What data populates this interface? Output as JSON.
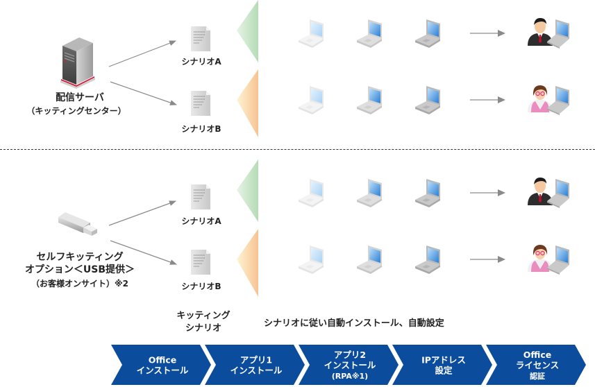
{
  "sections": [
    {
      "id": "server",
      "source": {
        "icon": "server-icon",
        "title": "配信サーバ",
        "subtitle": "（キッティングセンター）"
      },
      "scenarios": [
        {
          "label": "シナリオA",
          "color": "green",
          "user": "businessman-icon"
        },
        {
          "label": "シナリオB",
          "color": "orange",
          "user": "woman-icon"
        }
      ]
    },
    {
      "id": "usb",
      "source": {
        "icon": "usb-drive-icon",
        "title_lines": [
          "セルフキッティング",
          "オプション＜USB提供＞"
        ],
        "subtitle": "（お客様オンサイト）※2"
      },
      "scenarios": [
        {
          "label": "シナリオA",
          "color": "green",
          "user": "businessman-icon"
        },
        {
          "label": "シナリオB",
          "color": "orange",
          "user": "woman-icon"
        }
      ]
    }
  ],
  "footer": {
    "kitting_label_lines": [
      "キッティング",
      "シナリオ"
    ],
    "auto_caption": "シナリオに従い自動インストール、自動設定"
  },
  "steps": [
    {
      "lines": [
        "Office",
        "インストール"
      ]
    },
    {
      "lines": [
        "アプリ1",
        "インストール"
      ]
    },
    {
      "lines": [
        "アプリ2",
        "インストール",
        "(RPA※1)"
      ]
    },
    {
      "lines": [
        "IPアドレス",
        "設定"
      ]
    },
    {
      "lines": [
        "Office",
        "ライセンス",
        "認証"
      ]
    }
  ],
  "colors": {
    "chevron": "#0b4c9c",
    "green_wedge": "#b9dfb9",
    "orange_wedge": "#f8c896",
    "arrow": "#8a8a8a",
    "screen_blue": "#3d8fd8"
  }
}
